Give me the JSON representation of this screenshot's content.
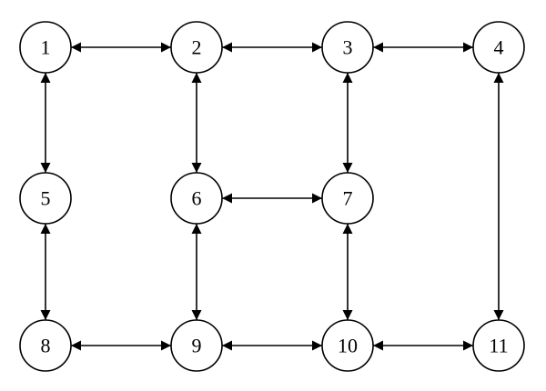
{
  "nodes": [
    {
      "id": "n1",
      "label": "1"
    },
    {
      "id": "n2",
      "label": "2"
    },
    {
      "id": "n3",
      "label": "3"
    },
    {
      "id": "n4",
      "label": "4"
    },
    {
      "id": "n5",
      "label": "5"
    },
    {
      "id": "n6",
      "label": "6"
    },
    {
      "id": "n7",
      "label": "7"
    },
    {
      "id": "n8",
      "label": "8"
    },
    {
      "id": "n9",
      "label": "9"
    },
    {
      "id": "n10",
      "label": "10"
    },
    {
      "id": "n11",
      "label": "11"
    }
  ],
  "edges": [
    {
      "from": "n1",
      "to": "n2",
      "direction": "both"
    },
    {
      "from": "n2",
      "to": "n3",
      "direction": "both"
    },
    {
      "from": "n3",
      "to": "n4",
      "direction": "both"
    },
    {
      "from": "n1",
      "to": "n5",
      "direction": "both"
    },
    {
      "from": "n2",
      "to": "n6",
      "direction": "both"
    },
    {
      "from": "n3",
      "to": "n7",
      "direction": "both"
    },
    {
      "from": "n4",
      "to": "n11",
      "direction": "both"
    },
    {
      "from": "n6",
      "to": "n7",
      "direction": "both"
    },
    {
      "from": "n5",
      "to": "n8",
      "direction": "both"
    },
    {
      "from": "n6",
      "to": "n9",
      "direction": "both"
    },
    {
      "from": "n7",
      "to": "n10",
      "direction": "both"
    },
    {
      "from": "n8",
      "to": "n9",
      "direction": "both"
    },
    {
      "from": "n9",
      "to": "n10",
      "direction": "both"
    },
    {
      "from": "n10",
      "to": "n11",
      "direction": "both"
    }
  ],
  "colors": {
    "stroke": "#000000",
    "fill": "#ffffff",
    "background": "#ffffff"
  }
}
